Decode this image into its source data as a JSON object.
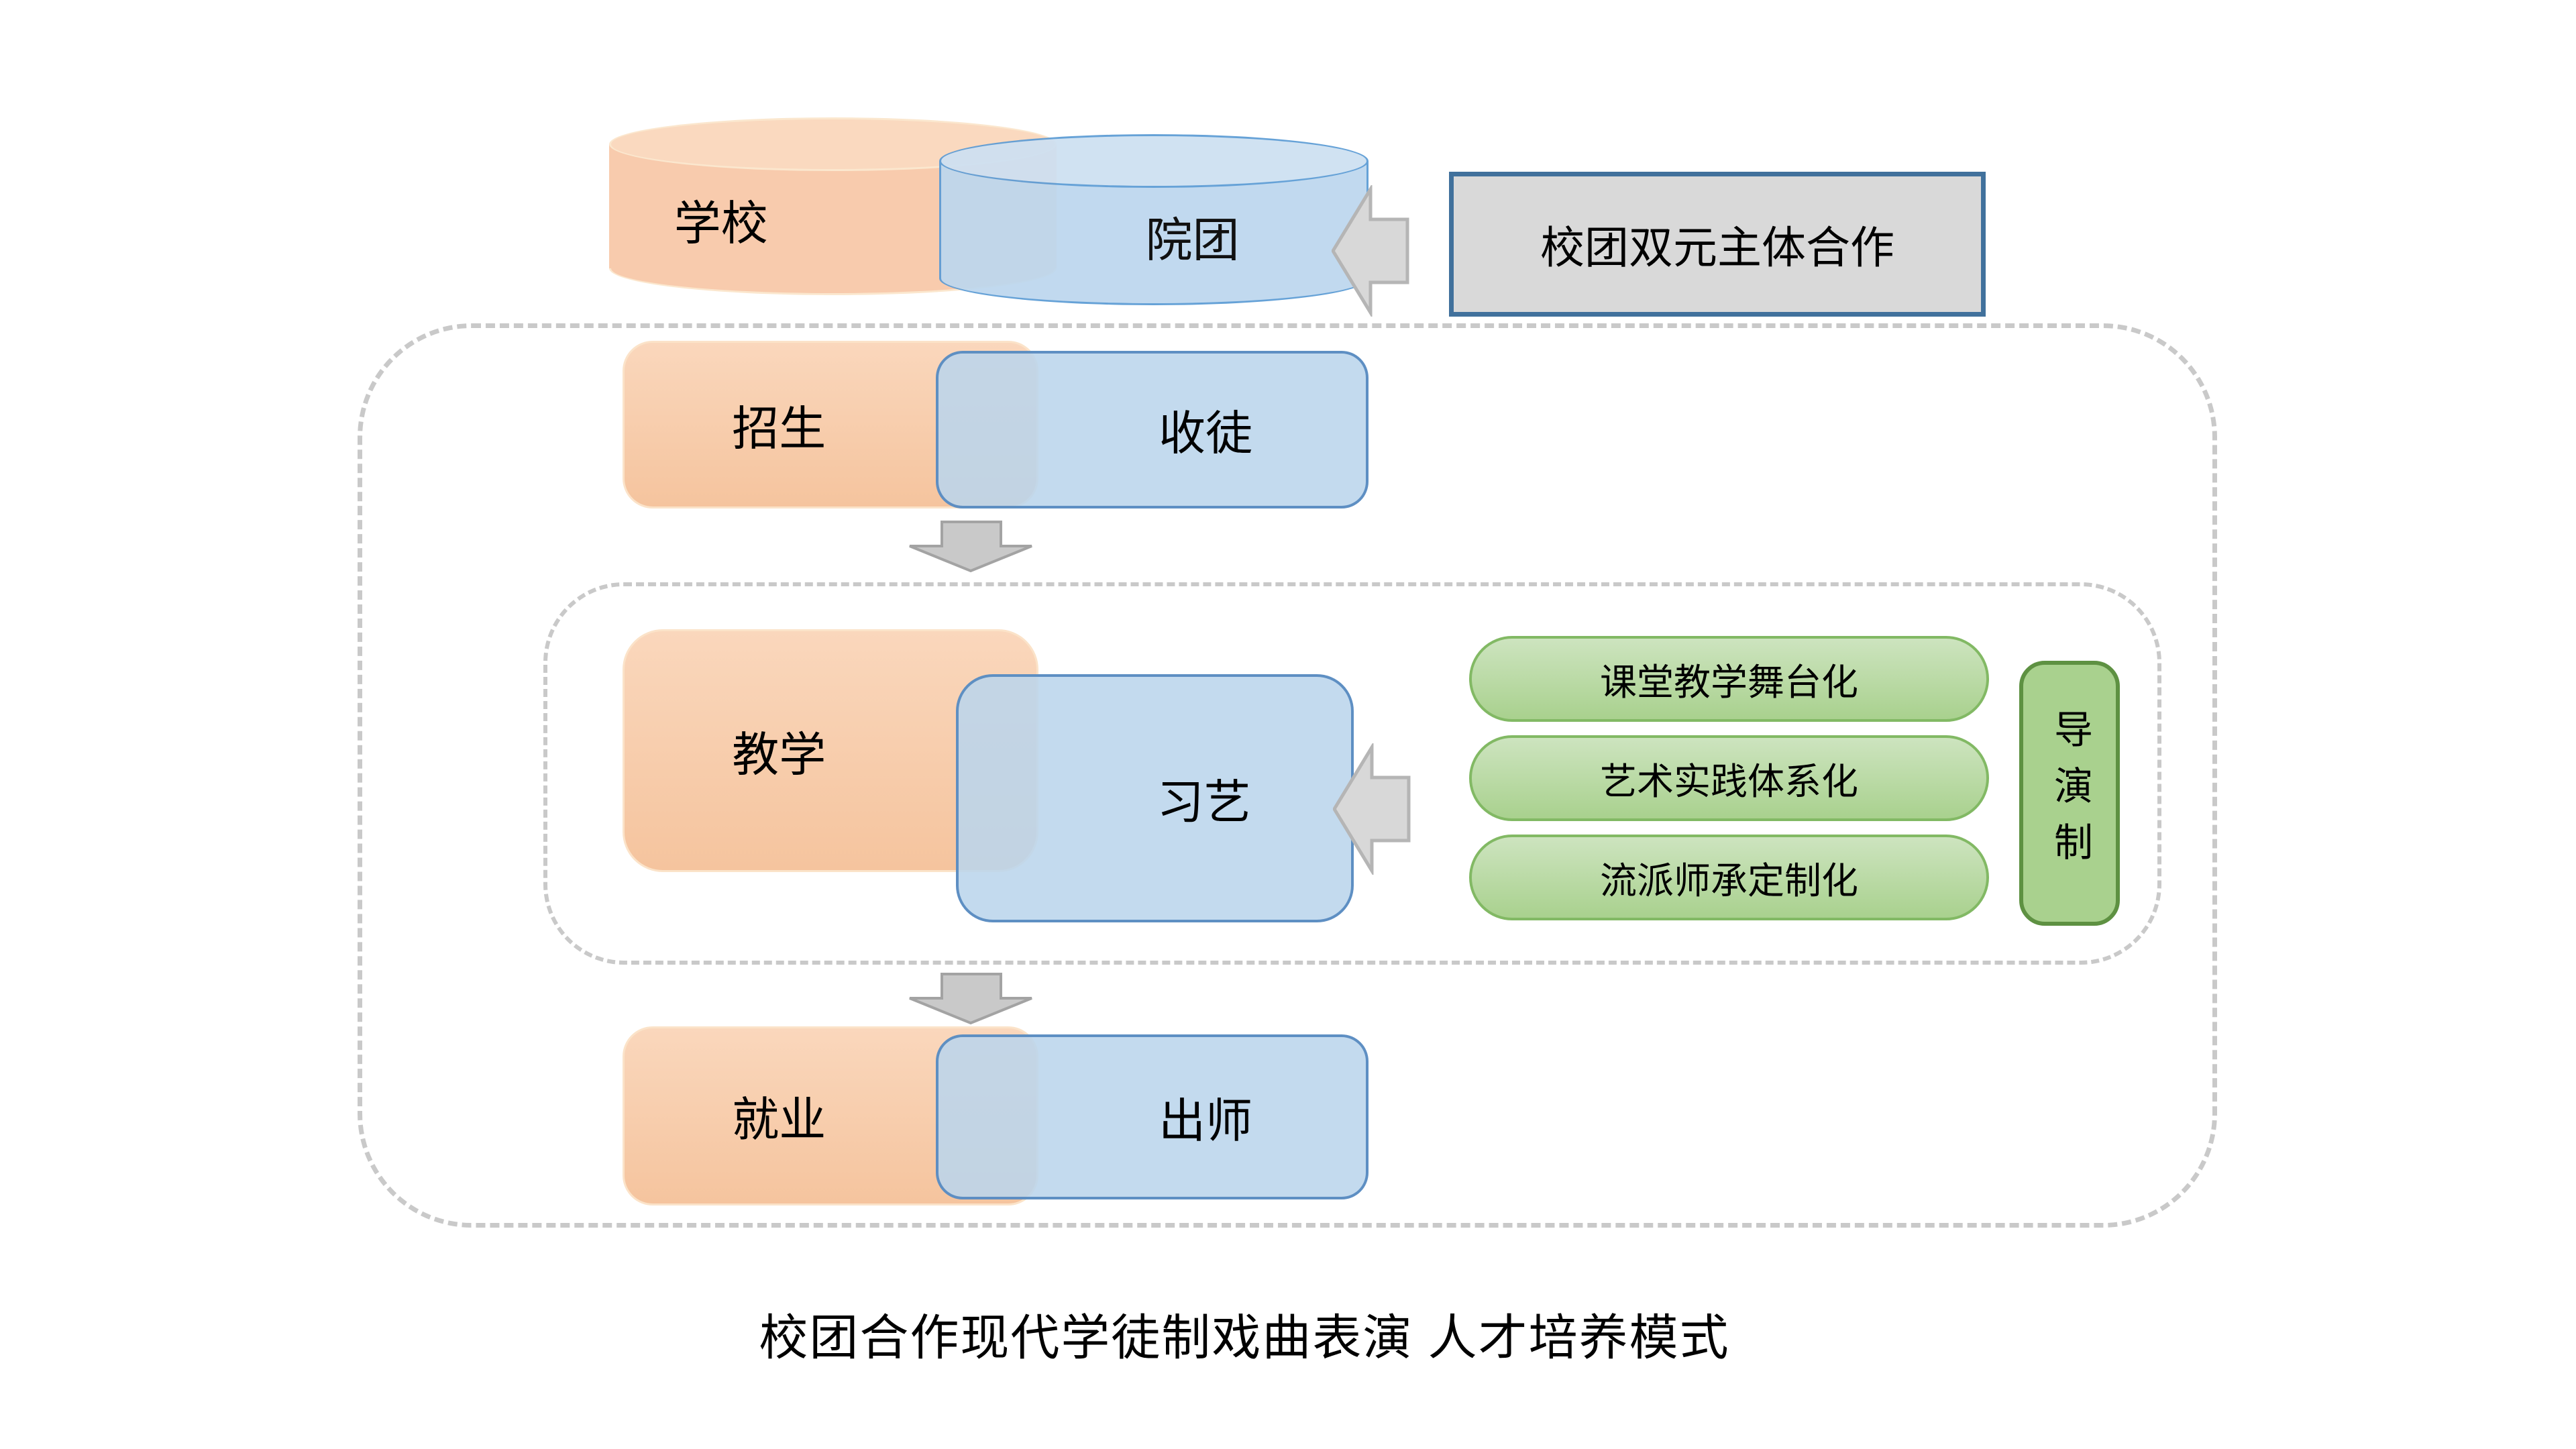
{
  "diagram": {
    "caption": "校团合作现代学徒制戏曲表演 人才培养模式",
    "top": {
      "school": "学校",
      "troupe": "院团",
      "cooperation": "校团双元主体合作"
    },
    "stages": [
      {
        "school": "招生",
        "troupe": "收徒"
      },
      {
        "school": "教学",
        "troupe": "习艺"
      },
      {
        "school": "就业",
        "troupe": "出师"
      }
    ],
    "teaching_methods": [
      "课堂教学舞台化",
      "艺术实践体系化",
      "流派师承定制化"
    ],
    "director_system": "导演制"
  },
  "colors": {
    "text": "#000000",
    "school_fill": "#F8CBAD",
    "school_top": "#FAD9BF",
    "troupe_fill": "#BDD7EE",
    "troupe_top": "#CDE0F2",
    "troupe_border": "#5B9BD5",
    "coop_fill": "#D9D9D9",
    "coop_border": "#41719C",
    "method_fill_top": "#CDE4BF",
    "method_fill": "#A9D18E",
    "method_border": "#82B964",
    "director_border": "#5E9142",
    "dash": "#C9C9C9",
    "arrow_fill": "#D8D8D8",
    "arrow_stroke": "#B5B5B5",
    "down_arrow_fill": "#C9C9C9",
    "down_arrow_stroke": "#A3A3A3"
  }
}
